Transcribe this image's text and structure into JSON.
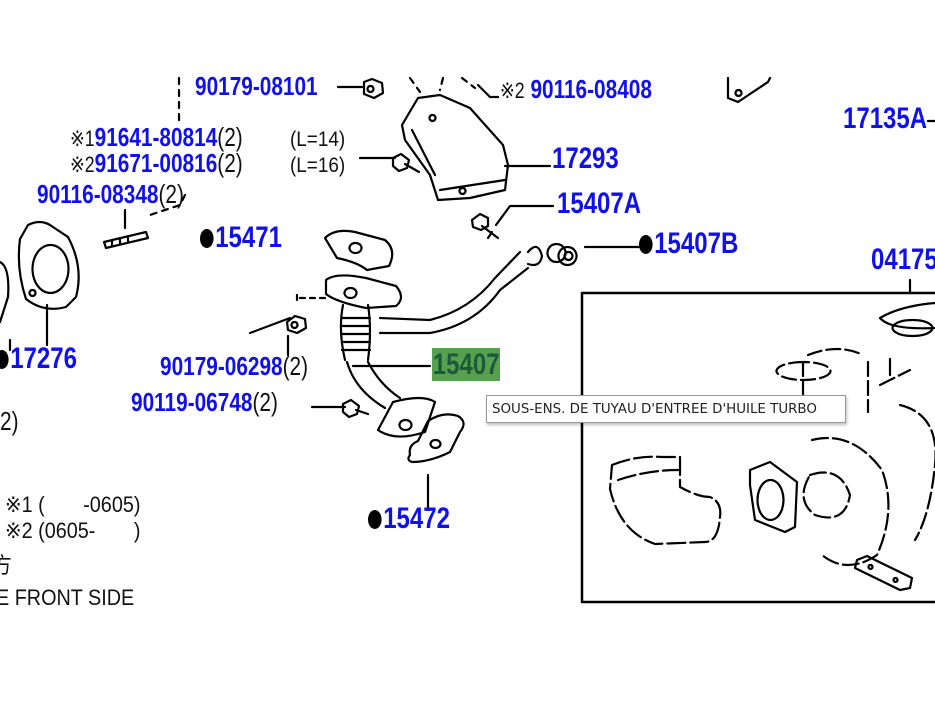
{
  "diagram": {
    "labels": {
      "p90179_08101": {
        "part": "90179-08101"
      },
      "p90116_08408": {
        "mark": "※2",
        "part": "90116-08408"
      },
      "p91641_80814": {
        "mark": "※1",
        "part": "91641-80814",
        "qty": "(2)",
        "length": "(L=14)"
      },
      "p91671_00816": {
        "mark": "※2",
        "part": "91671-00816",
        "qty": "(2)",
        "length": "(L=16)"
      },
      "p90116_08348": {
        "part": "90116-08348",
        "qty": "(2)"
      },
      "p15471": {
        "part": "15471"
      },
      "p17293": {
        "part": "17293"
      },
      "p15407A": {
        "part": "15407A"
      },
      "p15407B": {
        "part": "15407B"
      },
      "p17135A": {
        "part": "17135A"
      },
      "p04175": {
        "part": "04175"
      },
      "p17276": {
        "part": "17276"
      },
      "p90179_06298": {
        "part": "90179-06298",
        "qty": "(2)"
      },
      "p90119_06748": {
        "part": "90119-06748",
        "qty": "(2)"
      },
      "p15407": {
        "part": "15407"
      },
      "p15472": {
        "part": "15472"
      },
      "partial_qty": "2)"
    },
    "notes": {
      "note1": "※1 (       -0605)",
      "note2": "※2 (0605-       )",
      "kanji": "方",
      "front_side": "E FRONT SIDE"
    },
    "tooltip": "SOUS-ENS. DE TUYAU D'ENTREE D'HUILE TURBO",
    "colors": {
      "part_number": "#1010ee",
      "highlight": "#56a04f",
      "highlight_text": "#1e5a3a"
    }
  }
}
